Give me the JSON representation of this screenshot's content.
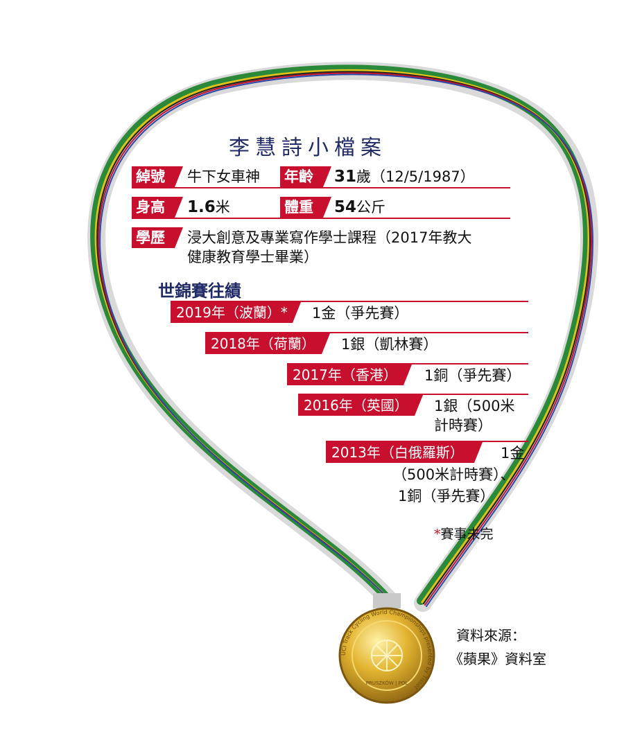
{
  "title": "李慧詩小檔案",
  "profile": {
    "nickname_label": "綽號",
    "nickname": "牛下女車神",
    "age_label": "年齡",
    "age_num": "31",
    "age_rest": "歲（12/5/1987）",
    "height_label": "身高",
    "height_num": "1.6",
    "height_unit": "米",
    "weight_label": "體重",
    "weight_num": "54",
    "weight_unit": "公斤",
    "education_label": "學歷",
    "education_line1": "浸大創意及專業寫作學士課程（2017年教大",
    "education_line2": "健康教育學士畢業）"
  },
  "section_title": "世錦賽往績",
  "records": [
    {
      "year": "2019年（波蘭）*",
      "result_line1": "1金（爭先賽）",
      "result_line2": "",
      "result_line3": ""
    },
    {
      "year": "2018年（荷蘭）",
      "result_line1": "1銀（凱林賽）",
      "result_line2": "",
      "result_line3": ""
    },
    {
      "year": "2017年（香港）",
      "result_line1": "1銅（爭先賽）",
      "result_line2": "",
      "result_line3": ""
    },
    {
      "year": "2016年（英國）",
      "result_line1": "1銀（500米",
      "result_line2": "計時賽）",
      "result_line3": ""
    },
    {
      "year": "2013年（白俄羅斯）",
      "result_line1": "1金",
      "result_line2": "（500米計時賽）、",
      "result_line3": "1銅（爭先賽）"
    }
  ],
  "note": "賽事未完",
  "note_mark": "*",
  "source_line1": "資料來源：",
  "source_line2": "《蘋果》資料室",
  "medal_text": "UCI Track Cycling World Championships presented by Tissot",
  "medal_location": "PRUSZKÓW | POL",
  "colors": {
    "red": "#c8102e",
    "navy": "#1f2a66",
    "gold": "#d4a017"
  },
  "icons": [
    "rainbow-ribbon-icon",
    "gold-medal-icon"
  ]
}
